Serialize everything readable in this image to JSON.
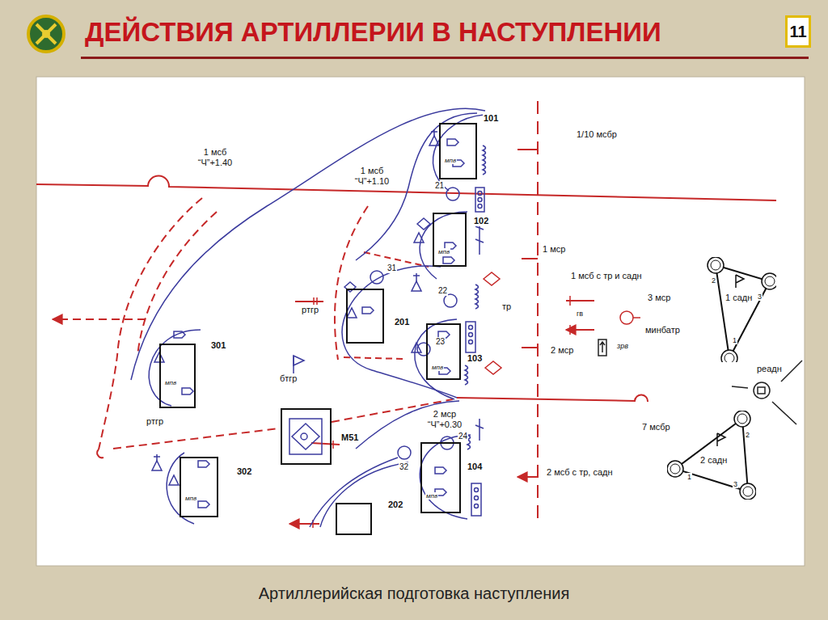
{
  "diagram": {
    "title": "ДЕЙСТВИЯ АРТИЛЛЕРИИ В НАСТУПЛЕНИИ",
    "caption": "Артиллерийская подготовка наступления",
    "nodes": [
      {
        "text": [
          "101",
          "мпв"
        ]
      },
      {
        "text": [
          "102",
          "мпв"
        ]
      },
      {
        "text": [
          "1 садн"
        ]
      },
      {
        "text": [
          "201"
        ]
      },
      {
        "text": [
          "103",
          "мпв"
        ]
      },
      {
        "text": [
          "301",
          "мпв"
        ]
      },
      {
        "text": [
          "М51"
        ]
      },
      {
        "text": [
          "2 садн"
        ]
      },
      {
        "text": [
          "104",
          "мпв"
        ]
      },
      {
        "text": [
          "302",
          "мпв"
        ]
      },
      {
        "text": [
          "202"
        ]
      }
    ],
    "labels": [
      "11",
      "1 мсб “Ч”+1.40",
      "1 мсб “Ч”+1.10",
      "1/10 мсбр",
      "1 мср",
      "1 мсб с тр и садн",
      "3 мср",
      "гв",
      "минбатр",
      "2 мср",
      "зрв",
      "тр",
      "ртгр",
      "бтгр",
      "ртгр",
      "реадн",
      "7 мсбр",
      "2 мср “Ч”+0.30",
      "2 мсб с тр, садн",
      "21",
      "22",
      "23",
      "31",
      "24",
      "32",
      "2",
      "3",
      "1",
      "2",
      "1",
      "3"
    ]
  }
}
